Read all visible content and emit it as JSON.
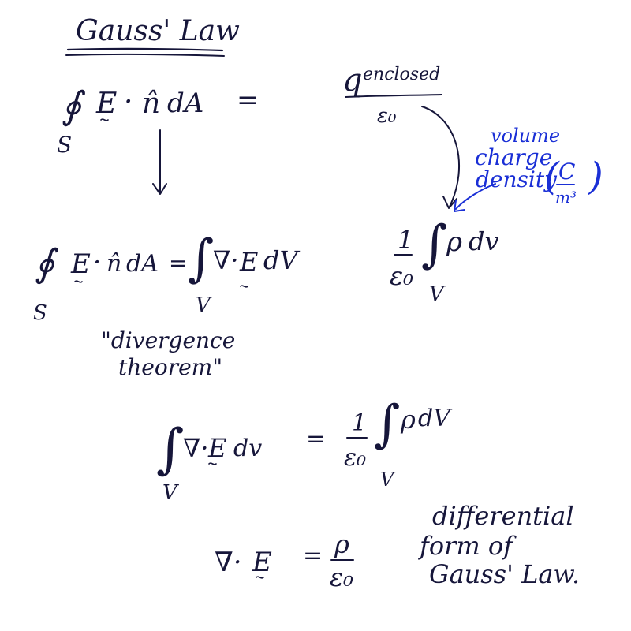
{
  "colors": {
    "ink": "#16163a",
    "blue": "#1a2fd6",
    "paper": "#ffffff"
  },
  "title": "Gauss' Law",
  "eq1": {
    "lhs_oint": "∮",
    "lhs_E": "E",
    "lhs_dot": "·",
    "lhs_n": "n̂",
    "lhs_dA": "dA",
    "lhs_sub": "S",
    "equals": "=",
    "rhs_q": "q",
    "rhs_sub": "enclosed",
    "rhs_den": "ε₀"
  },
  "annotation": {
    "line1": "volume",
    "line2": "charge",
    "line3": "density",
    "unit_num": "C",
    "unit_den": "m³"
  },
  "eq2": {
    "oint": "∮",
    "E": "E",
    "dot": "·",
    "n": "n̂",
    "dA": "dA",
    "equals": "=",
    "int": "∫",
    "nabla": "∇·",
    "E2": "E",
    "dV": "dV",
    "sub_S": "S",
    "sub_V": "V"
  },
  "eq2_rhs": {
    "num": "1",
    "den": "ε₀",
    "int": "∫",
    "rho": "ρ",
    "dv": "dv",
    "sub_V": "V"
  },
  "quote": {
    "line1": "\"divergence",
    "line2": "theorem\""
  },
  "eq3": {
    "int": "∫",
    "nabla": "∇·",
    "E": "E",
    "dv": "dv",
    "equals": "=",
    "num": "1",
    "den": "ε₀",
    "int2": "∫",
    "rho": "ρ",
    "dV": "dV",
    "sub_V1": "V",
    "sub_V2": "V"
  },
  "eq4": {
    "nabla": "∇·",
    "E": "E",
    "equals": "=",
    "num": "ρ",
    "den": "ε₀"
  },
  "label": {
    "line1": "differential",
    "line2": "form of",
    "line3": "Gauss' Law."
  }
}
